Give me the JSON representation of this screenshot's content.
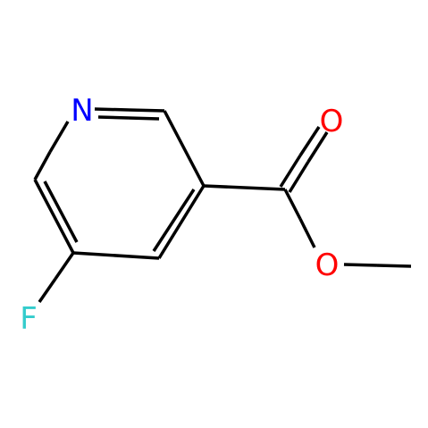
{
  "colors": {
    "background": "#ffffff",
    "bond": "#000000",
    "nitrogen": "#0000ff",
    "oxygen": "#ff0000",
    "fluorine": "#33cccc"
  },
  "atoms": {
    "nitrogen": "N",
    "carbonyl_oxygen": "O",
    "ester_oxygen": "O",
    "fluorine": "F"
  }
}
